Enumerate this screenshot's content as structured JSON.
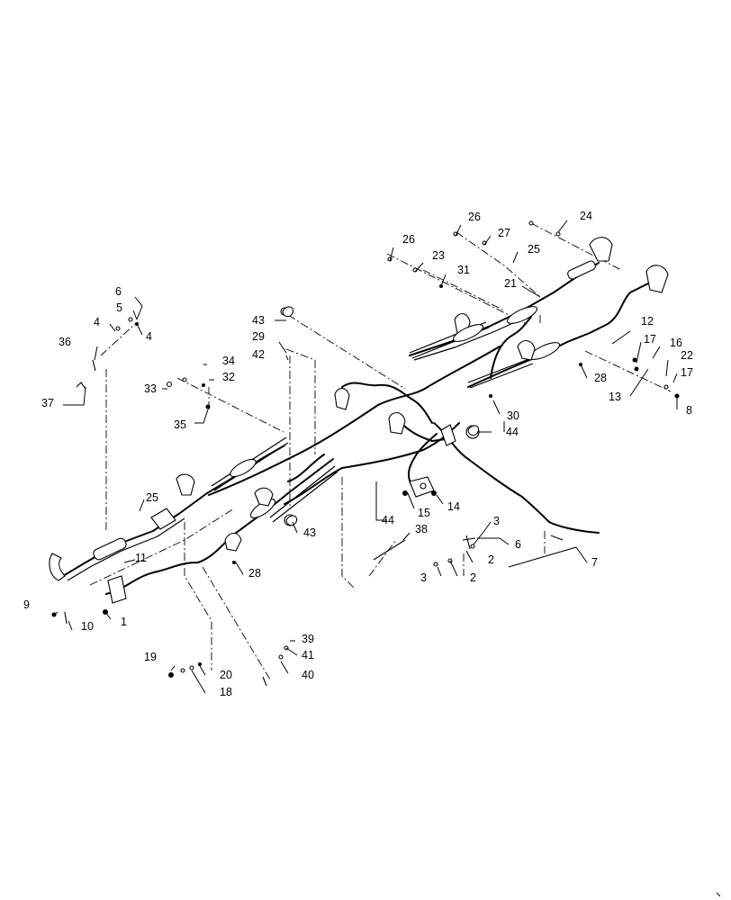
{
  "diagram": {
    "callouts": [
      {
        "id": "c1",
        "text": "1"
      },
      {
        "id": "c2a",
        "text": "2"
      },
      {
        "id": "c2b",
        "text": "2"
      },
      {
        "id": "c3a",
        "text": "3"
      },
      {
        "id": "c3b",
        "text": "3"
      },
      {
        "id": "c4a",
        "text": "4"
      },
      {
        "id": "c4b",
        "text": "4"
      },
      {
        "id": "c5",
        "text": "5"
      },
      {
        "id": "c6a",
        "text": "6"
      },
      {
        "id": "c6b",
        "text": "6"
      },
      {
        "id": "c7",
        "text": "7"
      },
      {
        "id": "c8",
        "text": "8"
      },
      {
        "id": "c9",
        "text": "9"
      },
      {
        "id": "c10",
        "text": "10"
      },
      {
        "id": "c11",
        "text": "11"
      },
      {
        "id": "c12",
        "text": "12"
      },
      {
        "id": "c13",
        "text": "13"
      },
      {
        "id": "c14",
        "text": "14"
      },
      {
        "id": "c15",
        "text": "15"
      },
      {
        "id": "c16",
        "text": "16"
      },
      {
        "id": "c17a",
        "text": "17"
      },
      {
        "id": "c17b",
        "text": "17"
      },
      {
        "id": "c18",
        "text": "18"
      },
      {
        "id": "c19",
        "text": "19"
      },
      {
        "id": "c20",
        "text": "20"
      },
      {
        "id": "c21",
        "text": "21"
      },
      {
        "id": "c22",
        "text": "22"
      },
      {
        "id": "c23",
        "text": "23"
      },
      {
        "id": "c24",
        "text": "24"
      },
      {
        "id": "c25a",
        "text": "25"
      },
      {
        "id": "c25b",
        "text": "25"
      },
      {
        "id": "c26a",
        "text": "26"
      },
      {
        "id": "c26b",
        "text": "26"
      },
      {
        "id": "c27",
        "text": "27"
      },
      {
        "id": "c28a",
        "text": "28"
      },
      {
        "id": "c28b",
        "text": "28"
      },
      {
        "id": "c29",
        "text": "29"
      },
      {
        "id": "c30",
        "text": "30"
      },
      {
        "id": "c31",
        "text": "31"
      },
      {
        "id": "c32",
        "text": "32"
      },
      {
        "id": "c33",
        "text": "33"
      },
      {
        "id": "c34",
        "text": "34"
      },
      {
        "id": "c35",
        "text": "35"
      },
      {
        "id": "c36",
        "text": "36"
      },
      {
        "id": "c37",
        "text": "37"
      },
      {
        "id": "c38",
        "text": "38"
      },
      {
        "id": "c39",
        "text": "39"
      },
      {
        "id": "c40",
        "text": "40"
      },
      {
        "id": "c41",
        "text": "41"
      },
      {
        "id": "c42",
        "text": "42"
      },
      {
        "id": "c43a",
        "text": "43"
      },
      {
        "id": "c43b",
        "text": "43"
      },
      {
        "id": "c44a",
        "text": "44"
      },
      {
        "id": "c44b",
        "text": "44"
      }
    ]
  }
}
